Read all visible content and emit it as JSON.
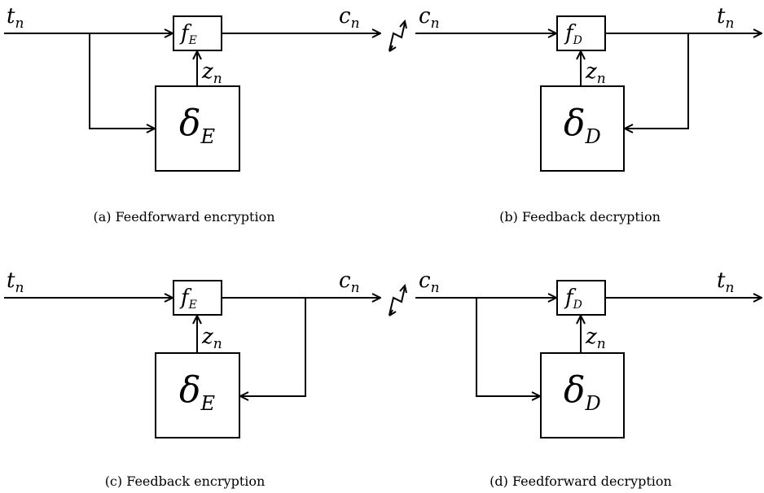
{
  "panels": {
    "a": {
      "caption": "(a) Feedforward encryption",
      "input": {
        "base": "t",
        "sub": "n"
      },
      "output": {
        "base": "c",
        "sub": "n"
      },
      "function": {
        "base": "f",
        "sub": "E"
      },
      "key": {
        "base": "z",
        "sub": "n"
      },
      "state": {
        "base": "δ",
        "sub": "E"
      }
    },
    "b": {
      "caption": "(b) Feedback decryption",
      "input": {
        "base": "c",
        "sub": "n"
      },
      "output": {
        "base": "t",
        "sub": "n"
      },
      "function": {
        "base": "f",
        "sub": "D"
      },
      "key": {
        "base": "z",
        "sub": "n"
      },
      "state": {
        "base": "δ",
        "sub": "D"
      }
    },
    "c": {
      "caption": "(c) Feedback encryption",
      "input": {
        "base": "t",
        "sub": "n"
      },
      "output": {
        "base": "c",
        "sub": "n"
      },
      "function": {
        "base": "f",
        "sub": "E"
      },
      "key": {
        "base": "z",
        "sub": "n"
      },
      "state": {
        "base": "δ",
        "sub": "E"
      }
    },
    "d": {
      "caption": "(d) Feedforward decryption",
      "input": {
        "base": "c",
        "sub": "n"
      },
      "output": {
        "base": "t",
        "sub": "n"
      },
      "function": {
        "base": "f",
        "sub": "D"
      },
      "key": {
        "base": "z",
        "sub": "n"
      },
      "state": {
        "base": "δ",
        "sub": "D"
      }
    }
  }
}
